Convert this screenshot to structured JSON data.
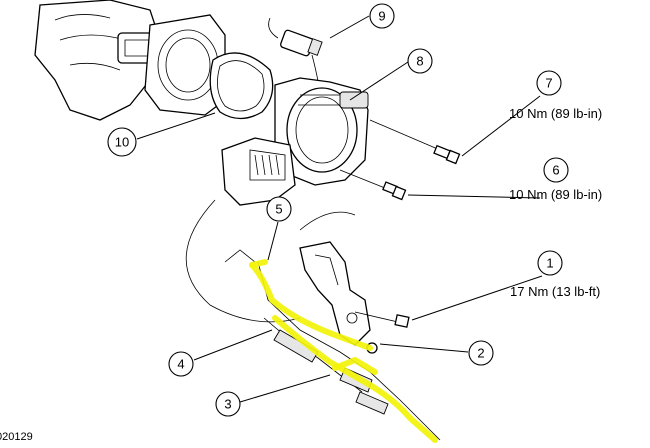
{
  "callouts": [
    {
      "id": "c1",
      "number": "1"
    },
    {
      "id": "c2",
      "number": "2"
    },
    {
      "id": "c3",
      "number": "3"
    },
    {
      "id": "c4",
      "number": "4"
    },
    {
      "id": "c5",
      "number": "5"
    },
    {
      "id": "c6",
      "number": "6"
    },
    {
      "id": "c7",
      "number": "7"
    },
    {
      "id": "c8",
      "number": "8"
    },
    {
      "id": "c9",
      "number": "9"
    },
    {
      "id": "c10",
      "number": "10"
    }
  ],
  "torque_specs": {
    "item7": "10 Nm (89 lb-in)",
    "item6": "10 Nm (89 lb-in)",
    "item1": "17 Nm (13 lb-ft)"
  },
  "figure_id": "020129",
  "colors": {
    "highlight": "#f3f30a",
    "line": "#000000",
    "background": "#ffffff"
  }
}
